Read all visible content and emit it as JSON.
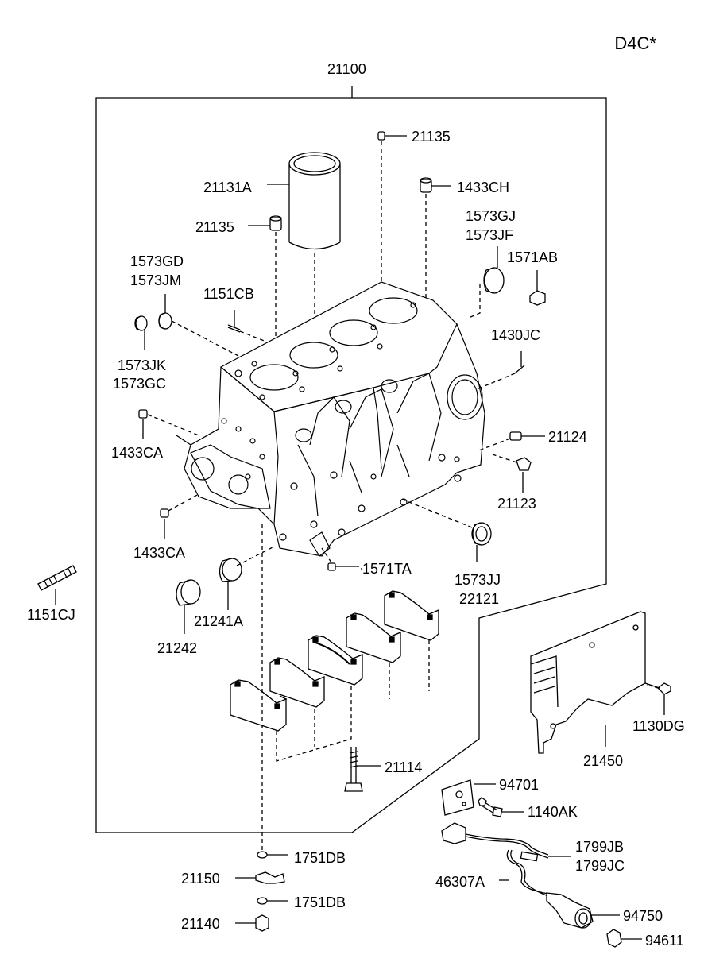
{
  "engine_code": "D4C*",
  "labels": {
    "l21100": "21100",
    "l21135a": "21135",
    "l21131a": "21131A",
    "l1433ch": "1433CH",
    "l21135b": "21135",
    "l1573gj": "1573GJ",
    "l1573jf": "1573JF",
    "l1571ab": "1571AB",
    "l1573gd": "1573GD",
    "l1573jm": "1573JM",
    "l1151cb": "1151CB",
    "l1430jc": "1430JC",
    "l1573jk": "1573JK",
    "l1573gc": "1573GC",
    "l1433ca_a": "1433CA",
    "l21124": "21124",
    "l21123": "21123",
    "l1433ca_b": "1433CA",
    "l1571ta": "1571TA",
    "l1573jj": "1573JJ",
    "l22121": "22121",
    "l1151cj": "1151CJ",
    "l21241a": "21241A",
    "l21242": "21242",
    "l1130dg": "1130DG",
    "l21450": "21450",
    "l21114": "21114",
    "l94701": "94701",
    "l1140ak": "1140AK",
    "l1751db_a": "1751DB",
    "l1799jb": "1799JB",
    "l1799jc": "1799JC",
    "l21150": "21150",
    "l46307a": "46307A",
    "l1751db_b": "1751DB",
    "l94750": "94750",
    "l21140": "21140",
    "l94611": "94611"
  }
}
